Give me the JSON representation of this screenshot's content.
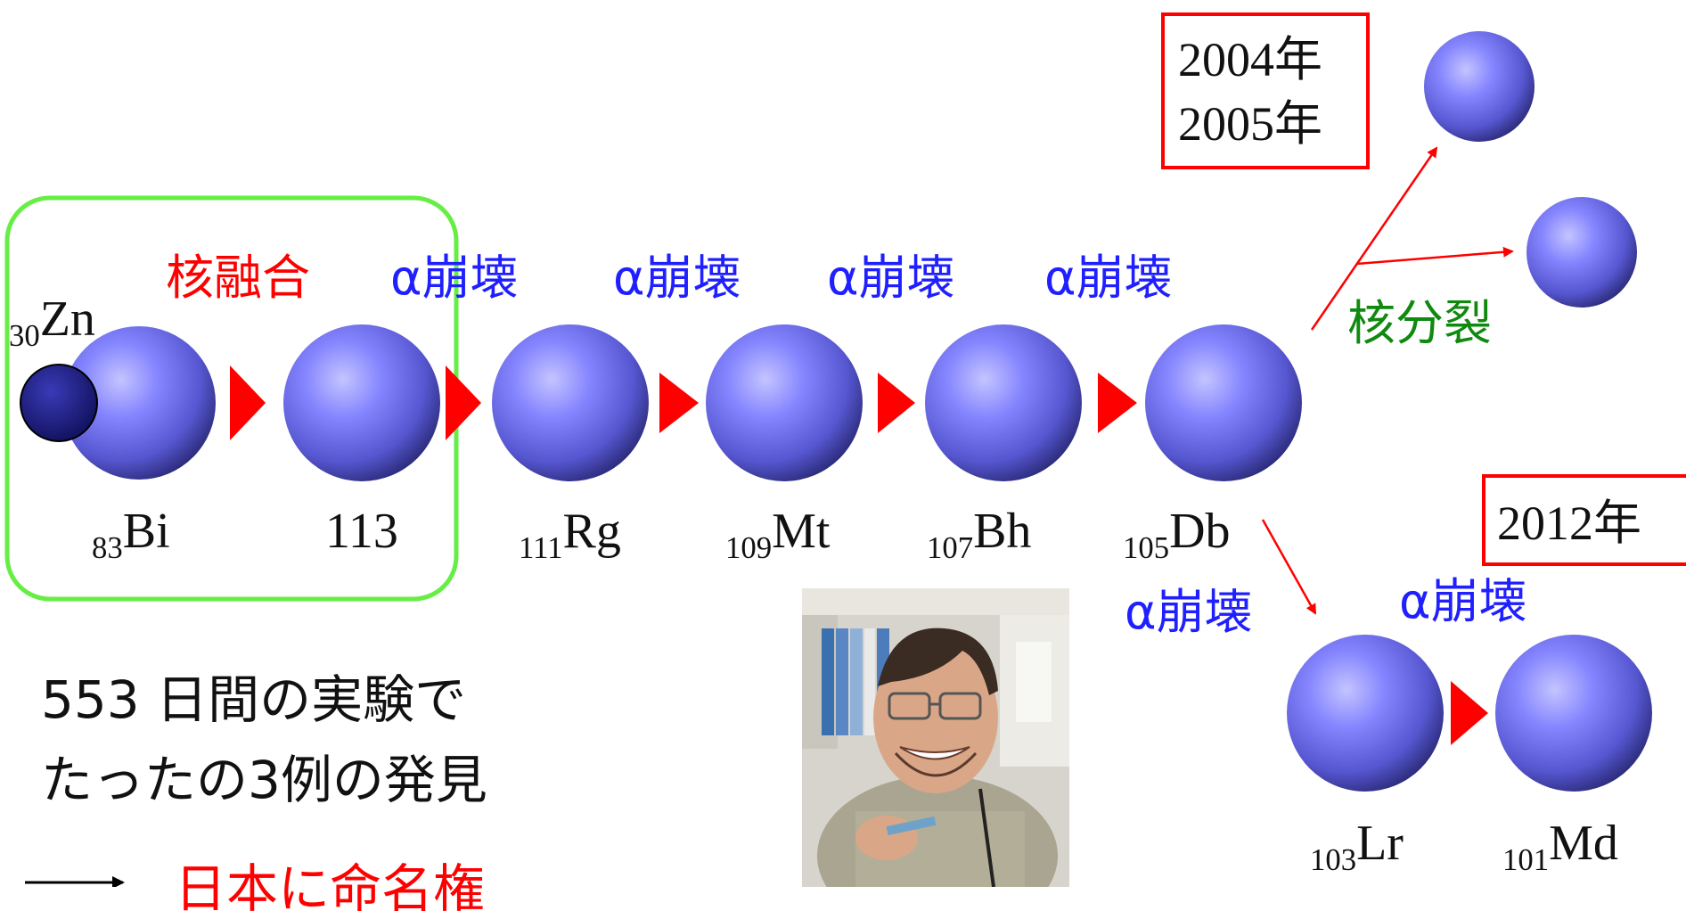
{
  "labels": {
    "fusion": "核融合",
    "alpha_decay": "α崩壊",
    "fission": "核分裂",
    "zn_z": "30",
    "zn_sym": "Zn",
    "bi_z": "83",
    "bi_sym": "Bi",
    "e113": "113",
    "rg_z": "111",
    "rg_sym": "Rg",
    "mt_z": "109",
    "mt_sym": "Mt",
    "bh_z": "107",
    "bh_sym": "Bh",
    "db_z": "105",
    "db_sym": "Db",
    "lr_z": "103",
    "lr_sym": "Lr",
    "md_z": "101",
    "md_sym": "Md"
  },
  "years": {
    "y2004": "2004年",
    "y2005": "2005年",
    "y2012": "2012年"
  },
  "notes": {
    "line1": "553 日間の実験で",
    "line2": "たったの3例の発見",
    "line3": "日本に命名権"
  },
  "colors": {
    "sphere": "#7b7bff",
    "arrow": "#ff0000",
    "frame": "#66ee44",
    "zn": "#1a1a8a"
  }
}
